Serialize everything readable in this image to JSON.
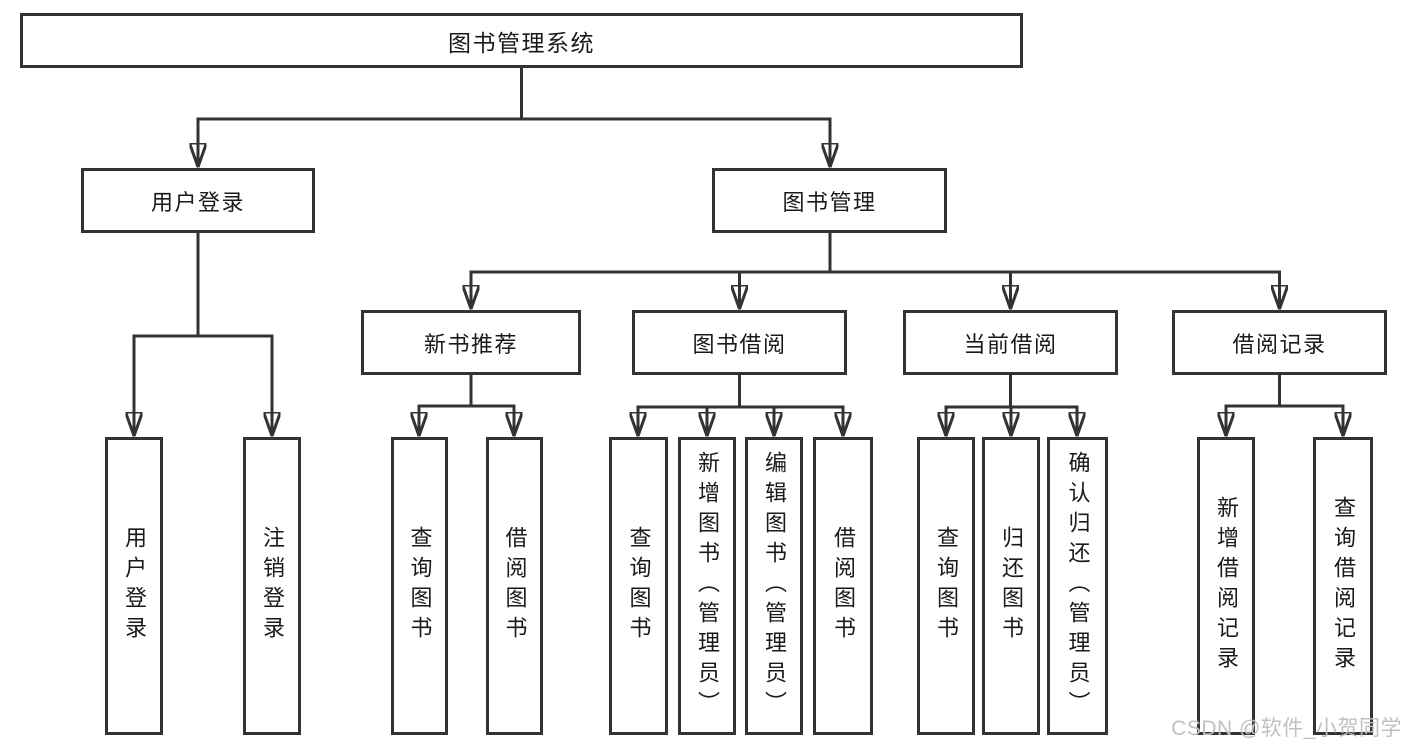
{
  "diagram": {
    "background": "#ffffff",
    "line_color": "#333333",
    "text_color": "#1a1a1a",
    "nodes": {
      "root": {
        "label": "图书管理系统"
      },
      "user_login": {
        "label": "用户登录"
      },
      "book_mgmt": {
        "label": "图书管理"
      },
      "new_book_rec": {
        "label": "新书推荐"
      },
      "book_borrow": {
        "label": "图书借阅"
      },
      "current_borrow": {
        "label": "当前借阅"
      },
      "borrow_record": {
        "label": "借阅记录"
      },
      "leaf_user_login": {
        "label": "用户登录"
      },
      "leaf_logout": {
        "label": "注销登录"
      },
      "leaf_rec_query": {
        "label": "查询图书"
      },
      "leaf_rec_borrow": {
        "label": "借阅图书"
      },
      "leaf_bb_query": {
        "label": "查询图书"
      },
      "leaf_bb_add": {
        "label": "新增图书（管理员）"
      },
      "leaf_bb_edit": {
        "label": "编辑图书（管理员）"
      },
      "leaf_bb_borrow": {
        "label": "借阅图书"
      },
      "leaf_cb_query": {
        "label": "查询图书"
      },
      "leaf_cb_return": {
        "label": "归还图书"
      },
      "leaf_cb_confirm": {
        "label": "确认归还（管理员）"
      },
      "leaf_br_add": {
        "label": "新增借阅记录"
      },
      "leaf_br_query": {
        "label": "查询借阅记录"
      }
    },
    "hierarchy": [
      {
        "parent": "图书管理系统",
        "children": [
          "用户登录",
          "图书管理"
        ]
      },
      {
        "parent": "用户登录",
        "children": [
          "用户登录",
          "注销登录"
        ]
      },
      {
        "parent": "图书管理",
        "children": [
          "新书推荐",
          "图书借阅",
          "当前借阅",
          "借阅记录"
        ]
      },
      {
        "parent": "新书推荐",
        "children": [
          "查询图书",
          "借阅图书"
        ]
      },
      {
        "parent": "图书借阅",
        "children": [
          "查询图书",
          "新增图书（管理员）",
          "编辑图书（管理员）",
          "借阅图书"
        ]
      },
      {
        "parent": "当前借阅",
        "children": [
          "查询图书",
          "归还图书",
          "确认归还（管理员）"
        ]
      },
      {
        "parent": "借阅记录",
        "children": [
          "新增借阅记录",
          "查询借阅记录"
        ]
      }
    ],
    "watermark": {
      "text": "CSDN @软件_小贺同学",
      "color": "#bdc1c6"
    }
  }
}
